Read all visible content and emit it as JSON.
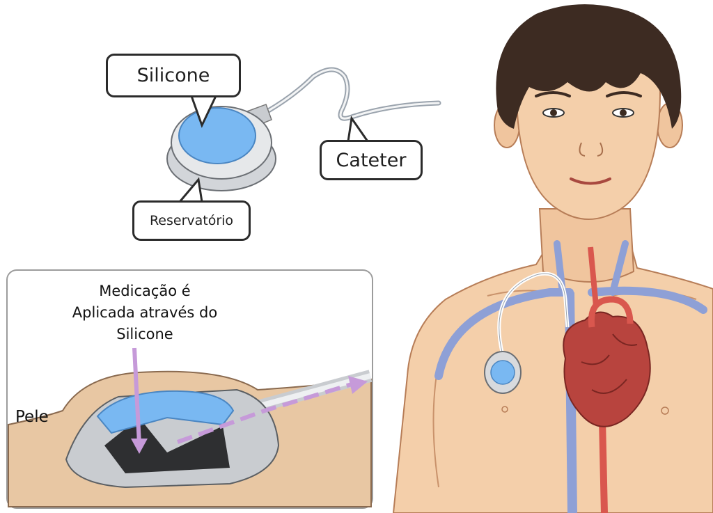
{
  "labels": {
    "silicone": "Silicone",
    "cateter": "Cateter",
    "reservatorio": "Reservatório",
    "medicacao_line1": "Medicação é",
    "medicacao_line2": "Aplicada através do",
    "medicacao_line3": "Silicone",
    "pele": "Pele"
  },
  "colors": {
    "silicone_blue": "#79b8f2",
    "device_gray": "#d8dadd",
    "skin": "#f4cfaa",
    "inset_skin": "#e8c7a3",
    "vein": "#8ea0d6",
    "artery": "#d9574e",
    "heart": "#b8443e",
    "hair": "#3d2b22",
    "arrow": "#c69ad9",
    "outline": "#2b2b2b"
  },
  "icons": [
    "port-device-icon",
    "catheter-tube-icon",
    "heart-icon",
    "person-figure-icon",
    "flow-arrow-icon"
  ]
}
